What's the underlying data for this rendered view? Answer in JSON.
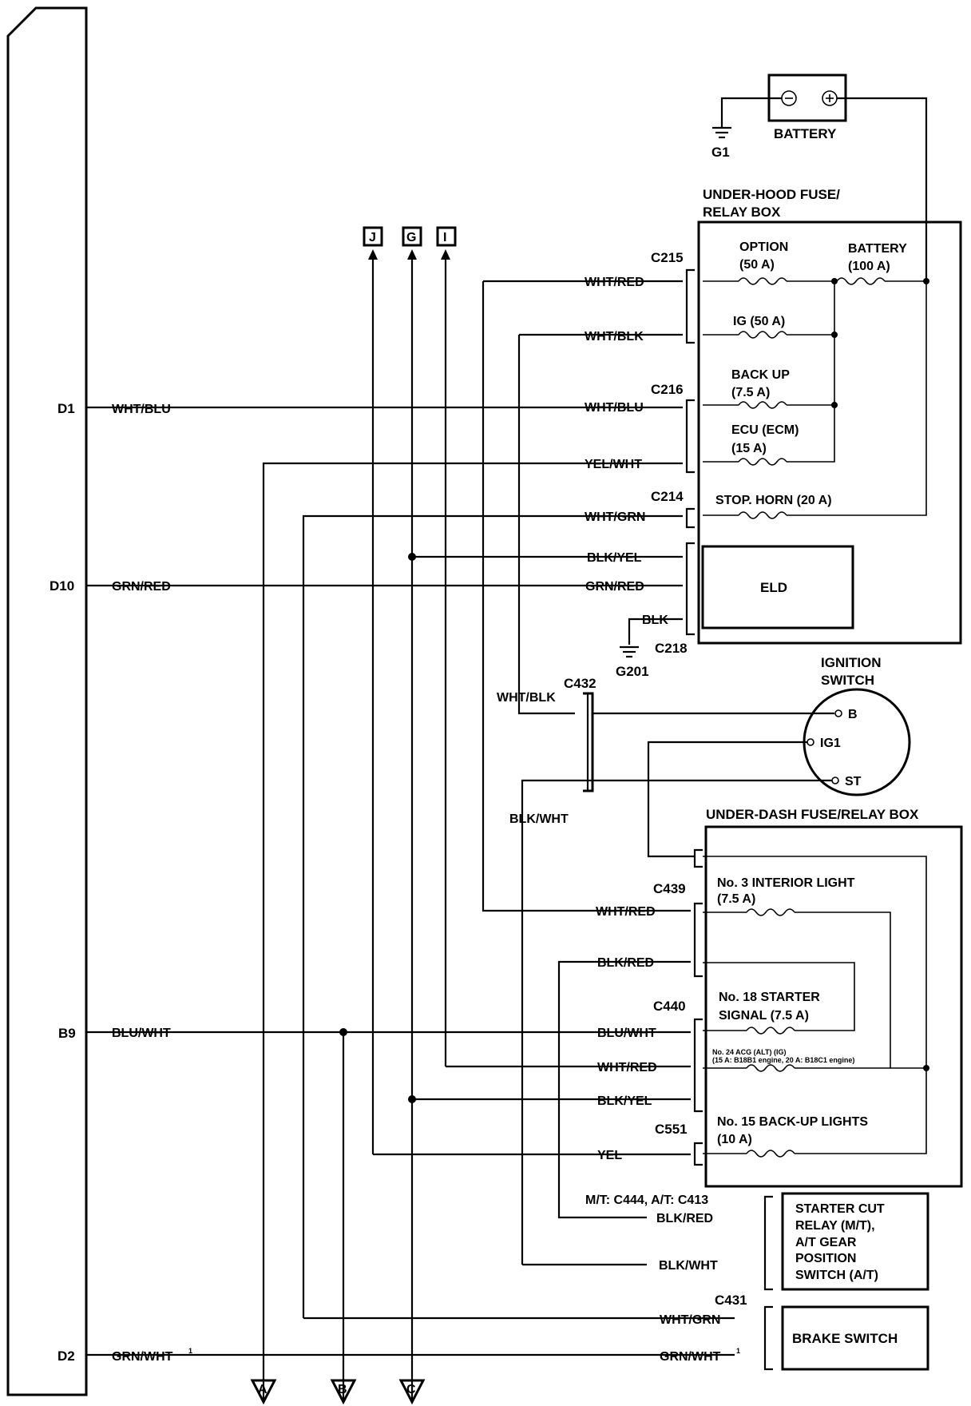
{
  "battery": {
    "label": "BATTERY",
    "minus": "⊖",
    "plus": "⊕"
  },
  "grounds": {
    "g1": "G1",
    "g201": "G201"
  },
  "underhood_box": {
    "title_line1": "UNDER-HOOD FUSE/",
    "title_line2": "RELAY BOX",
    "fuses": {
      "option_line1": "OPTION",
      "option_line2": "(50 A)",
      "battery_line1": "BATTERY",
      "battery_line2": "(100 A)",
      "ig": "IG (50 A)",
      "backup_line1": "BACK UP",
      "backup_line2": "(7.5 A)",
      "ecu_line1": "ECU (ECM)",
      "ecu_line2": "(15 A)",
      "stop_horn": "STOP. HORN (20 A)"
    },
    "eld": "ELD"
  },
  "connectors": {
    "c215": "C215",
    "c216": "C216",
    "c214": "C214",
    "c218": "C218",
    "c432": "C432",
    "c439": "C439",
    "c440": "C440",
    "c551": "C551",
    "c431": "C431",
    "c444_c413": "M/T: C444, A/T: C413"
  },
  "top_refs": {
    "j": "J",
    "g": "G",
    "i": "I"
  },
  "bottom_refs": {
    "a": "A",
    "b": "B",
    "c": "C"
  },
  "pins": {
    "d1": "D1",
    "d10": "D10",
    "b9": "B9",
    "d2": "D2"
  },
  "wires": {
    "wht_red": "WHT/RED",
    "wht_blk": "WHT/BLK",
    "wht_blu": "WHT/BLU",
    "yel_wht": "YEL/WHT",
    "wht_grn": "WHT/GRN",
    "blk_yel": "BLK/YEL",
    "grn_red": "GRN/RED",
    "blk": "BLK",
    "blk_wht": "BLK/WHT",
    "blk_red": "BLK/RED",
    "blu_wht": "BLU/WHT",
    "yel": "YEL",
    "grn_wht": "GRN/WHT",
    "superscript": "1"
  },
  "ignition_switch": {
    "title_line1": "IGNITION",
    "title_line2": "SWITCH",
    "b": "B",
    "ig1": "IG1",
    "st": "ST"
  },
  "underdash_box": {
    "title": "UNDER-DASH FUSE/RELAY BOX",
    "f3_line1": "No. 3 INTERIOR LIGHT",
    "f3_line2": "(7.5 A)",
    "f18_line1": "No. 18 STARTER",
    "f18_line2": "SIGNAL (7.5 A)",
    "f24_line1": "No. 24 ACG (ALT) (IG)",
    "f24_line2": "(15 A: B18B1 engine, 20 A: B18C1 engine)",
    "f15_line1": "No. 15 BACK-UP LIGHTS",
    "f15_line2": "(10 A)"
  },
  "starter_relay": {
    "line1": "STARTER CUT",
    "line2": "RELAY (M/T),",
    "line3": "A/T GEAR",
    "line4": "POSITION",
    "line5": "SWITCH  (A/T)"
  },
  "brake_switch": "BRAKE SWITCH"
}
